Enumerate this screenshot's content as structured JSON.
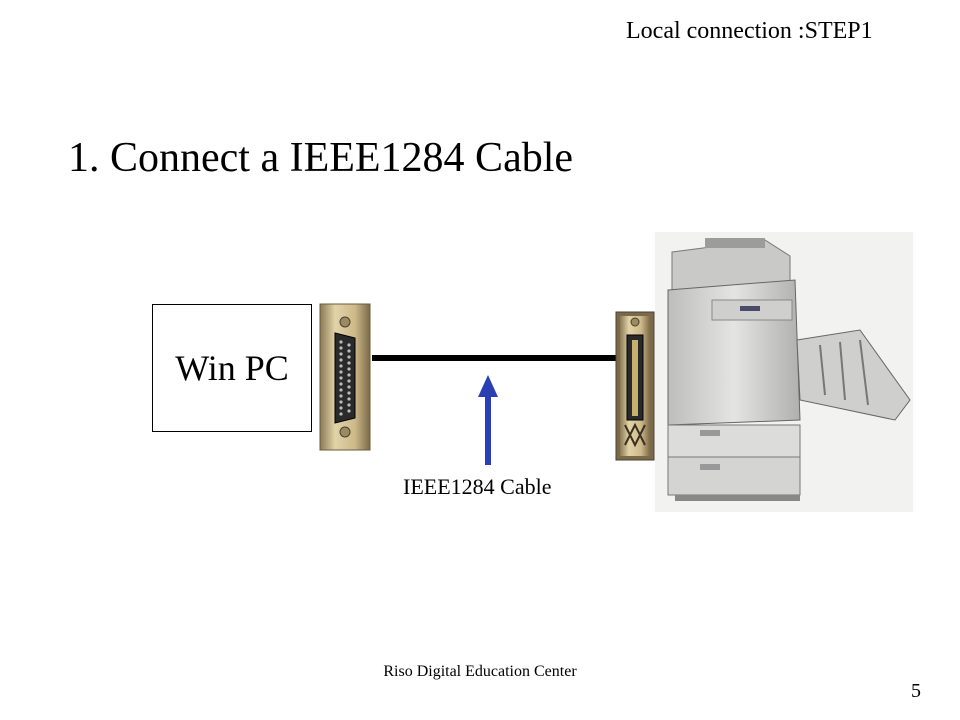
{
  "header": {
    "step_label": "Local connection :STEP1"
  },
  "slide": {
    "title": "1.  Connect a IEEE1284 Cable"
  },
  "diagram": {
    "pc_label": "Win PC",
    "cable_label": "IEEE1284 Cable",
    "colors": {
      "arrow": "#2b3fb4",
      "cable": "#000000",
      "connector_metal": "#c9b48a",
      "printer_body": "#d8d8d6"
    },
    "icons": [
      "db25-port-icon",
      "centronics-port-icon",
      "printer-icon",
      "up-arrow-icon"
    ]
  },
  "footer": {
    "org": "Riso Digital Education Center",
    "page_number": "5"
  }
}
